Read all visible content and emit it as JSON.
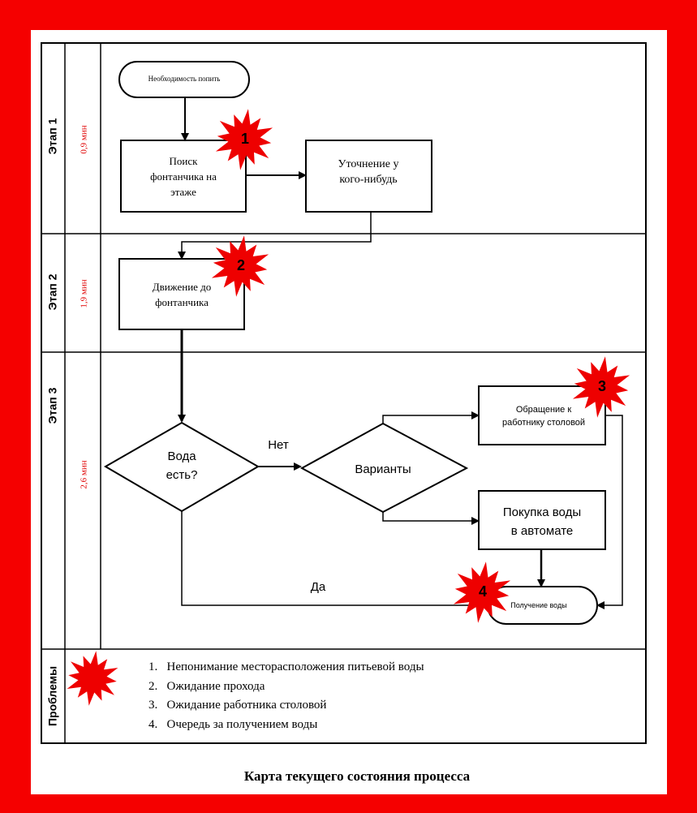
{
  "stages": {
    "stage1": {
      "label": "Этап 1",
      "time": "0,9 мин"
    },
    "stage2": {
      "label": "Этап 2",
      "time": "1,9 мин"
    },
    "stage3": {
      "label": "Этап 3",
      "time": "2,6 мин"
    },
    "problems": {
      "label": "Проблемы"
    }
  },
  "nodes": {
    "start": "Необходимость попить",
    "search": [
      "Поиск",
      "фонтанчика на",
      "этаже"
    ],
    "clarify": [
      "Уточнение у",
      "кого-нибудь"
    ],
    "move": [
      "Движение до",
      "фонтанчика"
    ],
    "decision": [
      "Вода",
      "есть?"
    ],
    "variants": "Варианты",
    "ask_worker": [
      "Обращение к",
      "работнику столовой"
    ],
    "buy_machine": [
      "Покупка воды",
      "в автомате"
    ],
    "receive": "Получение воды"
  },
  "edges": {
    "no": "Нет",
    "yes": "Да"
  },
  "markers": [
    "1",
    "2",
    "3",
    "4"
  ],
  "problems_list": [
    "1.   Непонимание месторасположения питьевой воды",
    "2.   Ожидание прохода",
    "3.   Ожидание работника столовой",
    "4.   Очередь за получением воды"
  ],
  "caption": "Карта текущего состояния процесса",
  "colors": {
    "frame": "#f50000",
    "time_text": "#e00000",
    "burst": "#ee0000",
    "line": "#000000"
  }
}
